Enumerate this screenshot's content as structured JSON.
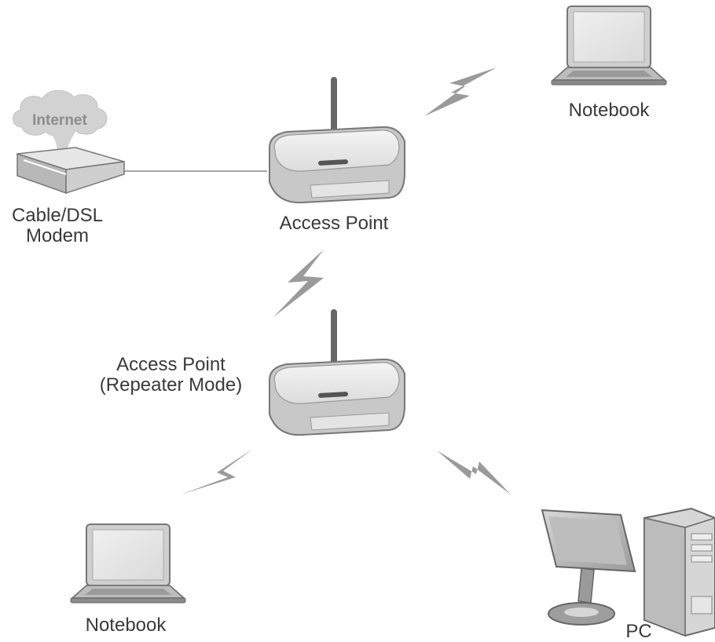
{
  "labels": {
    "internet": "Internet",
    "modem_line1": "Cable/DSL",
    "modem_line2": "Modem",
    "access_point": "Access Point",
    "repeater_line1": "Access Point",
    "repeater_line2": "(Repeater Mode)",
    "notebook_top": "Notebook",
    "notebook_bottom": "Notebook",
    "pc": "PC"
  },
  "colors": {
    "device_fill": "#d4d4d4",
    "device_light": "#ececec",
    "device_dark": "#8a8a8a",
    "outline": "#777777",
    "lightning": "#9a9a9a",
    "cable": "#888888",
    "cloud": "#d2d2d2",
    "text": "#3a3a3a"
  },
  "icons": [
    "cloud-icon",
    "modem-icon",
    "router-icon",
    "laptop-icon",
    "monitor-icon",
    "tower-icon",
    "wireless-signal-icon"
  ]
}
